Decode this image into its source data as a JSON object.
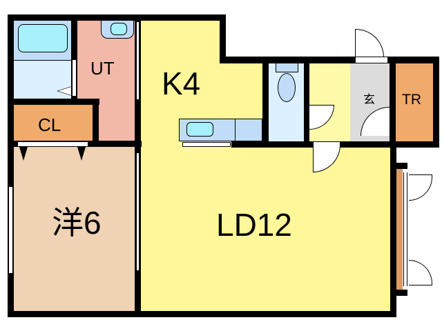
{
  "floorplan": {
    "rooms": [
      {
        "id": "bath",
        "label": "",
        "color": "#ddf0ff"
      },
      {
        "id": "ut",
        "label": "UT",
        "color": "#f2b8a8"
      },
      {
        "id": "cl",
        "label": "CL",
        "color": "#f0aa6c"
      },
      {
        "id": "western",
        "label": "洋6",
        "color": "#f0d2b4"
      },
      {
        "id": "kitchen",
        "label": "K4",
        "color": "#fff799"
      },
      {
        "id": "living_dining",
        "label": "LD12",
        "color": "#fff799"
      },
      {
        "id": "wc",
        "label": "",
        "color": "#ddf0ff"
      },
      {
        "id": "hall",
        "label": "",
        "color": "#fffaaa"
      },
      {
        "id": "entrance",
        "label": "玄",
        "color": "#dcdcdc"
      },
      {
        "id": "storage",
        "label": "TR",
        "color": "#f0aa6c"
      }
    ],
    "colors": {
      "wall": "#000000",
      "fixture_blue": "#c0dcf8",
      "fixture_cyan": "#a8f0fc",
      "balcony": "#dc9a64"
    }
  }
}
